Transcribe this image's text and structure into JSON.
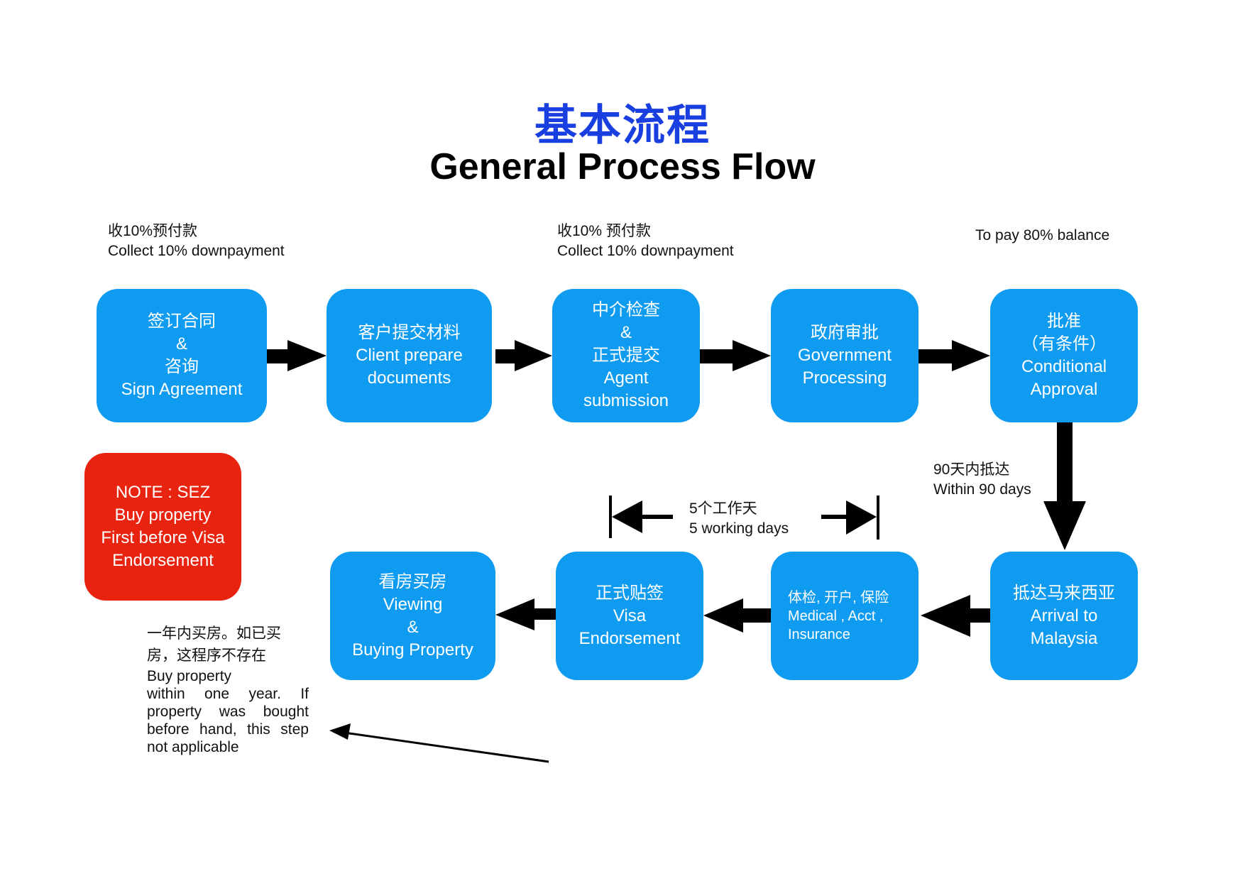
{
  "title": {
    "chinese": "基本流程",
    "english": "General Process Flow"
  },
  "annotations": {
    "payment1": {
      "cn": "收10%预付款",
      "en": "Collect 10% downpayment"
    },
    "payment2": {
      "cn": "收10% 预付款",
      "en": "Collect 10% downpayment"
    },
    "payment3": {
      "en": "To pay 80% balance"
    },
    "arrival_window": {
      "cn": "90天内抵达",
      "en": "Within 90 days"
    },
    "working_days": {
      "cn": "5个工作天",
      "en": "5 working days"
    }
  },
  "steps_top": [
    {
      "lines": [
        "签订合同",
        "&",
        "咨询",
        "Sign Agreement"
      ]
    },
    {
      "lines": [
        "客户提交材料",
        "Client prepare",
        "documents"
      ]
    },
    {
      "lines": [
        "中介检查",
        "&",
        "正式提交",
        "Agent",
        "submission"
      ]
    },
    {
      "lines": [
        "政府审批",
        "Government",
        "Processing"
      ]
    },
    {
      "lines": [
        "批准",
        "（有条件）",
        "Conditional",
        "Approval"
      ]
    }
  ],
  "steps_bottom": [
    {
      "lines": [
        "看房买房",
        "Viewing",
        "&",
        "Buying Property"
      ]
    },
    {
      "lines": [
        "正式贴签",
        "Visa",
        "Endorsement"
      ]
    },
    {
      "lines": [
        "体检, 开户, 保险",
        "Medical , Acct ,",
        "Insurance"
      ]
    },
    {
      "lines": [
        "抵达马来西亚",
        "Arrival to",
        "Malaysia"
      ]
    }
  ],
  "note_box": {
    "lines": [
      "NOTE : SEZ",
      "Buy property",
      "First before Visa",
      "Endorsement"
    ]
  },
  "footnote": {
    "lines": [
      "一年内买房。如已买",
      "房，这程序不存在",
      "Buy property",
      "within one year. If",
      "property was bought",
      "before hand, this step",
      "not applicable"
    ]
  },
  "colors": {
    "step_box": "#0f9bf0",
    "note_box": "#e8230f",
    "title_cn": "#1a3fe0",
    "arrow": "#000000"
  }
}
